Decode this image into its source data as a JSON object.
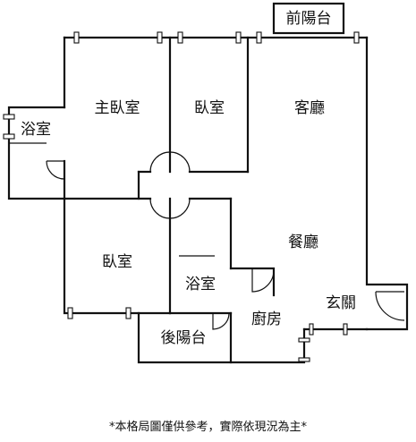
{
  "rooms": {
    "front_balcony": "前陽台",
    "master_bedroom": "主臥室",
    "bedroom_1": "臥室",
    "living_room": "客廳",
    "bathroom_1": "浴室",
    "dining_room": "餐廳",
    "bedroom_2": "臥室",
    "bathroom_2": "浴室",
    "entrance": "玄關",
    "kitchen": "廚房",
    "back_balcony": "後陽台"
  },
  "footnote": "*本格局圖僅供參考，實際依現況為主*"
}
